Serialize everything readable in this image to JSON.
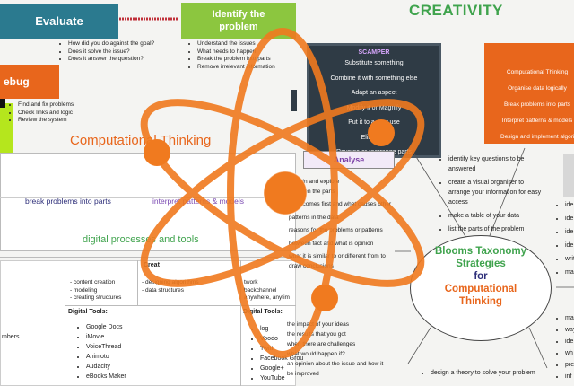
{
  "evaluate": {
    "title": "Evaluate",
    "items": [
      "How did you do against the goal?",
      "Does it solve the issue?",
      "Does it answer the question?"
    ]
  },
  "identify": {
    "title": "Identify the problem",
    "items": [
      "Understand the issues",
      "What needs to happen",
      "Break the problem into parts",
      "Remove irrelevant information"
    ]
  },
  "debug": {
    "title": "ebug",
    "items": [
      "Find and fix problems",
      "Check links and logic",
      "Review the system"
    ]
  },
  "creativity": {
    "title": "CREATIVITY",
    "color": "#3fa34d"
  },
  "scamper": {
    "title": "SCAMPER",
    "items": [
      "Substitute something",
      "Combine it with something else",
      "Adapt an aspect",
      "Modify it or Magnify",
      "Put it to a new use",
      "Eliminate",
      "Reverse or rearrange parts"
    ]
  },
  "ct_panel": {
    "items": [
      "Computational Thinking",
      "Organise data logically",
      "Break problems into parts",
      "Interpret patterns & models",
      "Design and implement algorithms"
    ]
  },
  "ct_main": {
    "title": "Computational Thinking",
    "cells": [
      "break problems into parts",
      "interpret patterns & models",
      "digital processes and tools"
    ]
  },
  "left_table": {
    "col1": [
      "- content creation",
      "- modeling",
      "- creating structures"
    ],
    "col2_head": "Creat",
    "col2": [
      "- designing algorithms",
      "- data structures"
    ],
    "tools_label": "Digital Tools:",
    "tools": [
      "Google Docs",
      "iMovie",
      "VoiceThread",
      "Animoto",
      "Audacity",
      "eBooks Maker"
    ],
    "side_text": "mbers"
  },
  "mid_table": {
    "col_items": [
      "twork",
      "backchannel",
      "anywhere, anytim"
    ],
    "tools_label": "Digital Tools:",
    "tools": [
      "log",
      "Voodo",
      "Twitt",
      "Facebook Grou",
      "Google+",
      "YouTube"
    ]
  },
  "analyse": {
    "title": "Analyse",
    "items": [
      "explain and explore",
      "between the parts",
      "what comes first and what causes other",
      "patterns in the data",
      "reasons for the problems or patterns",
      "between fact and what is opinion",
      "what it is similar to or different from to",
      "draw conclusions"
    ]
  },
  "evaluate_lower": {
    "items": [
      "the impact of your ideas",
      "the results that you got",
      "when there are challenges",
      "what would happen if?",
      "an opinion about the issue and how it",
      "be improved"
    ]
  },
  "understand": {
    "items": [
      "identify key questions to be answered",
      "create a visual organiser to arrange your information for easy access",
      "make a table of your data",
      "list the parts of the problem"
    ]
  },
  "blooms": {
    "line1": "Blooms Taxonomy",
    "line2": "Strategies",
    "line3": "for",
    "line4": "Computational",
    "line5": "Thinking"
  },
  "create_lower": {
    "items": [
      "design a theory to solve your problem"
    ]
  },
  "right_edge": {
    "items": [
      "ide",
      "ide",
      "ide",
      "ide",
      "writ",
      "ma"
    ],
    "items2": [
      "ma",
      "way",
      "ide",
      "wh",
      "pre",
      "inf"
    ]
  },
  "colors": {
    "teal": "#2b7a8f",
    "green": "#8cc63f",
    "orange": "#e8661c",
    "dark": "#2f3b45",
    "atom": "#f07a1f"
  }
}
